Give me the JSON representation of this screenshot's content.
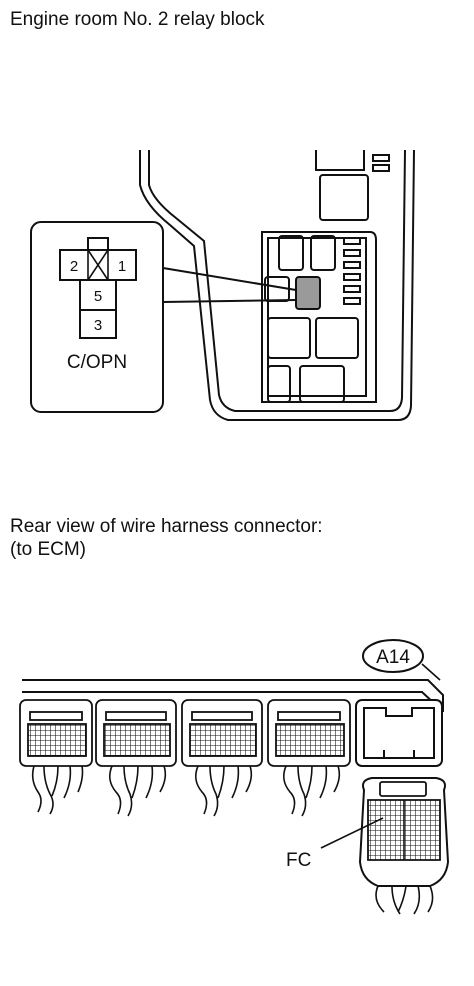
{
  "caption_top": "Engine room No. 2 relay block",
  "caption_bottom_line1": "Rear view of wire harness connector:",
  "caption_bottom_line2": "(to ECM)",
  "relay_callout": {
    "pin_top_left": "2",
    "pin_top_right": "1",
    "pin_middle": "5",
    "pin_bottom": "3",
    "name": "C/OPN"
  },
  "ecm_connector": {
    "connector_code": "A14",
    "terminal_label": "FC"
  }
}
